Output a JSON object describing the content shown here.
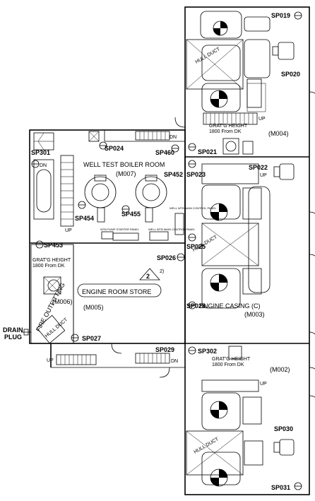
{
  "rooms": {
    "boiler_room_name": "WELL TEST BOILER ROOM",
    "boiler_room_code": "(M007)",
    "store_name": "ENGINE ROOM STORE",
    "store_code": "(M005)",
    "fire_name": "FIRE OUTFITTING",
    "fire_code": "(M006)",
    "casing_name": "ENGINE CASING (C)",
    "casing_code": "(M003)",
    "upper_code": "(M004)",
    "lower_code": "(M002)"
  },
  "points": {
    "sp019": "SP019",
    "sp020": "SP020",
    "sp021": "SP021",
    "sp022": "SP022",
    "sp023": "SP023",
    "sp024": "SP024",
    "sp025": "SP025",
    "sp026": "SP026",
    "sp027": "SP027",
    "sp028": "SP028",
    "sp029": "SP029",
    "sp030": "SP030",
    "sp031": "SP031",
    "sp301": "SP301",
    "sp302": "SP302",
    "sp452": "SP452",
    "sp453": "SP453",
    "sp454": "SP454",
    "sp455": "SP455",
    "sp460": "SP460"
  },
  "notes": {
    "grating_top_1": "GRAT'G HEIGHT",
    "grating_top_2": "1800 From DK",
    "grating_left_1": "GRAT'G HEIGHT",
    "grating_left_2": "1800 From DK",
    "grating_bottom_1": "GRAT'G HEIGHT",
    "grating_bottom_2": "1800 From DK",
    "hull_duct": "HULL DUCT",
    "drain_plug_1": "DRAIN",
    "drain_plug_2": "PLUG",
    "revision": "2",
    "revision_sup": "2)"
  },
  "stairs": {
    "up": "UP",
    "dn": "DN"
  },
  "equipment": {
    "starter_panel_1": "WTB PUMP STARTER PANEL",
    "control_panel_1": "WELL WTB MAIN CONTROL PANEL",
    "control_panel_2": "WELL WTB MAIN CONTROL PANEL"
  }
}
